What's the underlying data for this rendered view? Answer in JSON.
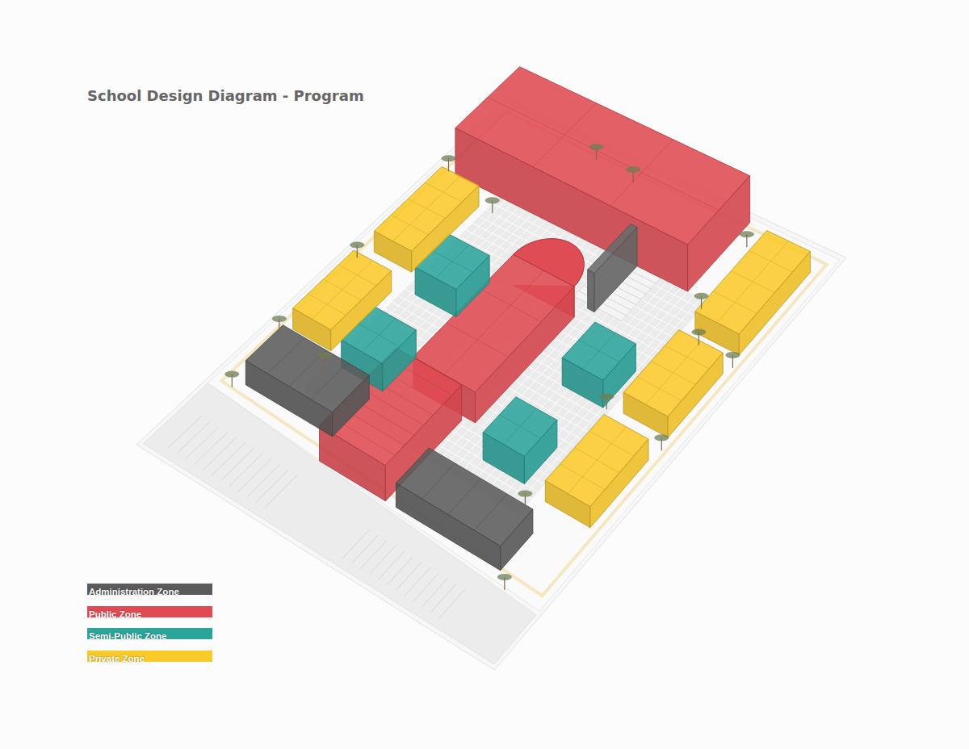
{
  "diagram": {
    "title": "School Design Diagram - Program",
    "legend": [
      {
        "text": "Administration Zone",
        "color": "#5b5b5b"
      },
      {
        "text": "Public Zone",
        "color": "#e04a52"
      },
      {
        "text": "Semi-Public Zone",
        "color": "#2ba49c"
      },
      {
        "text": "Private Zone",
        "color": "#fac92a"
      }
    ]
  }
}
